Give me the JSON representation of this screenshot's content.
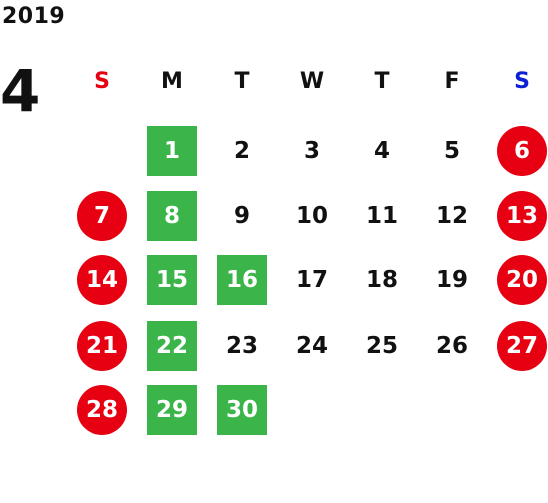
{
  "calendar": {
    "year": "2019",
    "month": "4",
    "weekdays": [
      "S",
      "M",
      "T",
      "W",
      "T",
      "F",
      "S"
    ],
    "start_offset": 1,
    "days": [
      {
        "label": "1",
        "style": "green"
      },
      {
        "label": "2",
        "style": "plain"
      },
      {
        "label": "3",
        "style": "plain"
      },
      {
        "label": "4",
        "style": "plain"
      },
      {
        "label": "5",
        "style": "plain"
      },
      {
        "label": "6",
        "style": "red"
      },
      {
        "label": "7",
        "style": "red"
      },
      {
        "label": "8",
        "style": "green"
      },
      {
        "label": "9",
        "style": "plain"
      },
      {
        "label": "10",
        "style": "plain"
      },
      {
        "label": "11",
        "style": "plain"
      },
      {
        "label": "12",
        "style": "plain"
      },
      {
        "label": "13",
        "style": "red"
      },
      {
        "label": "14",
        "style": "red"
      },
      {
        "label": "15",
        "style": "green"
      },
      {
        "label": "16",
        "style": "green"
      },
      {
        "label": "17",
        "style": "plain"
      },
      {
        "label": "18",
        "style": "plain"
      },
      {
        "label": "19",
        "style": "plain"
      },
      {
        "label": "20",
        "style": "red"
      },
      {
        "label": "21",
        "style": "red"
      },
      {
        "label": "22",
        "style": "green"
      },
      {
        "label": "23",
        "style": "plain"
      },
      {
        "label": "24",
        "style": "plain"
      },
      {
        "label": "25",
        "style": "plain"
      },
      {
        "label": "26",
        "style": "plain"
      },
      {
        "label": "27",
        "style": "red"
      },
      {
        "label": "28",
        "style": "red"
      },
      {
        "label": "29",
        "style": "green"
      },
      {
        "label": "30",
        "style": "green"
      }
    ]
  },
  "colors": {
    "holiday_red": "#e60012",
    "highlight_green": "#3bb54a",
    "saturday_blue": "#0a1fd6",
    "text": "#111111"
  }
}
